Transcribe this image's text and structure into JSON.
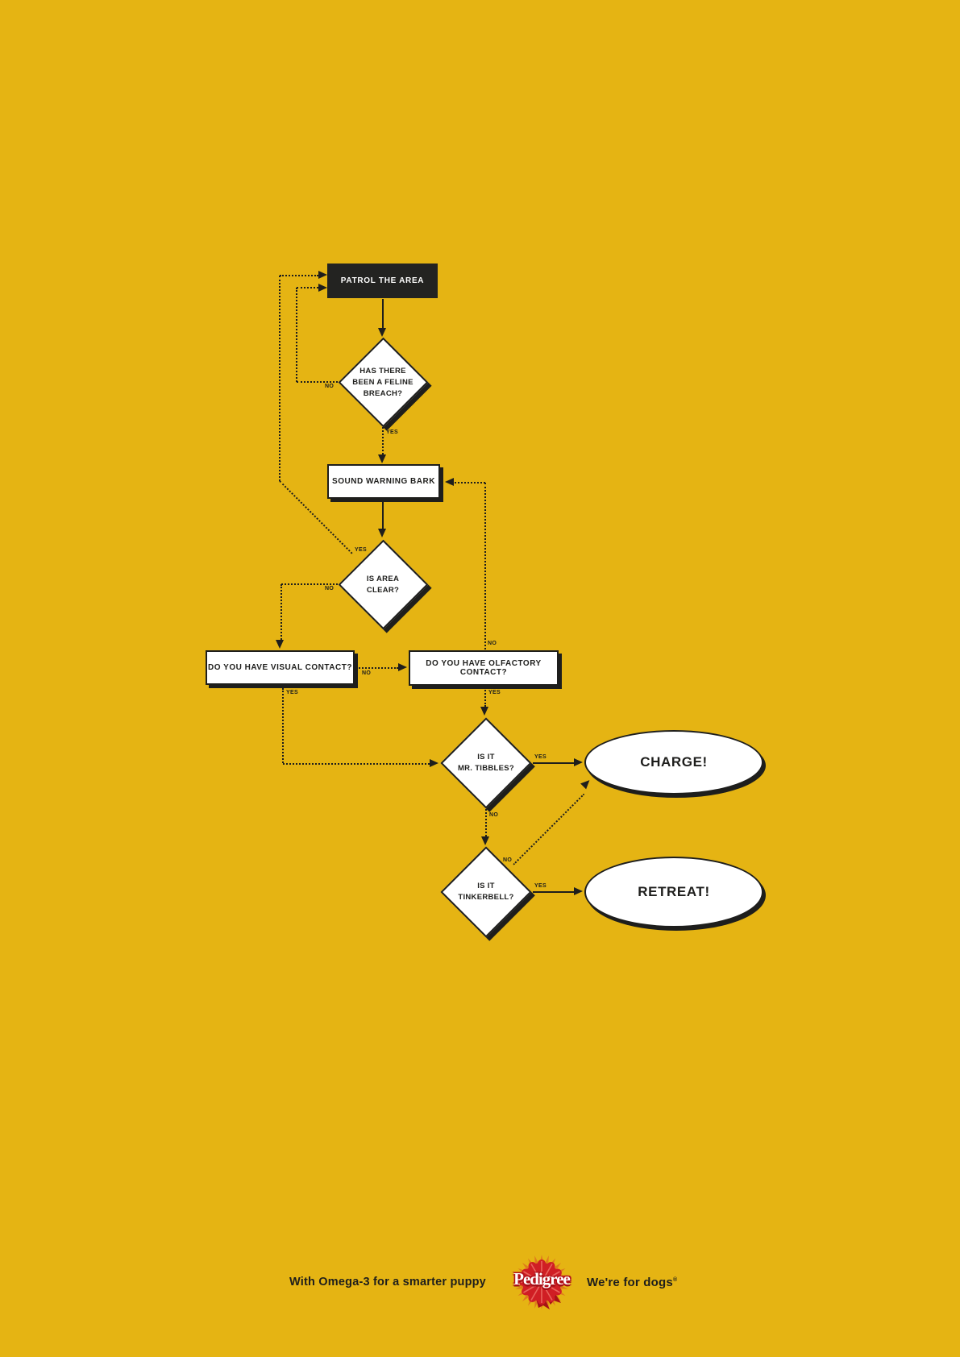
{
  "flowchart": {
    "nodes": {
      "patrol": "PATROL THE AREA",
      "feline_breach": "HAS THERE\nBEEN A FELINE\nBREACH?",
      "warning_bark": "SOUND WARNING BARK",
      "area_clear": "IS AREA\nCLEAR?",
      "visual_contact": "DO YOU HAVE VISUAL CONTACT?",
      "olfactory_contact": "DO YOU HAVE OLFACTORY CONTACT?",
      "mr_tibbles": "IS IT\nMR. TIBBLES?",
      "tinkerbell": "IS IT\nTINKERBELL?",
      "charge": "CHARGE!",
      "retreat": "RETREAT!"
    },
    "labels": {
      "yes": "YES",
      "no": "NO"
    }
  },
  "footer": {
    "tagline": "With Omega-3 for a smarter puppy",
    "brand": "Pedigree",
    "slogan": "We're for dogs",
    "registered_mark": "®"
  },
  "colors": {
    "background": "#E5B413",
    "ink": "#1E1E1C",
    "node_fill": "#FFFFFF",
    "patrol_fill": "#232321",
    "rosette_red": "#D01E24",
    "rosette_rays": "#DF7B1C",
    "ribbon_dark": "#A61216"
  }
}
